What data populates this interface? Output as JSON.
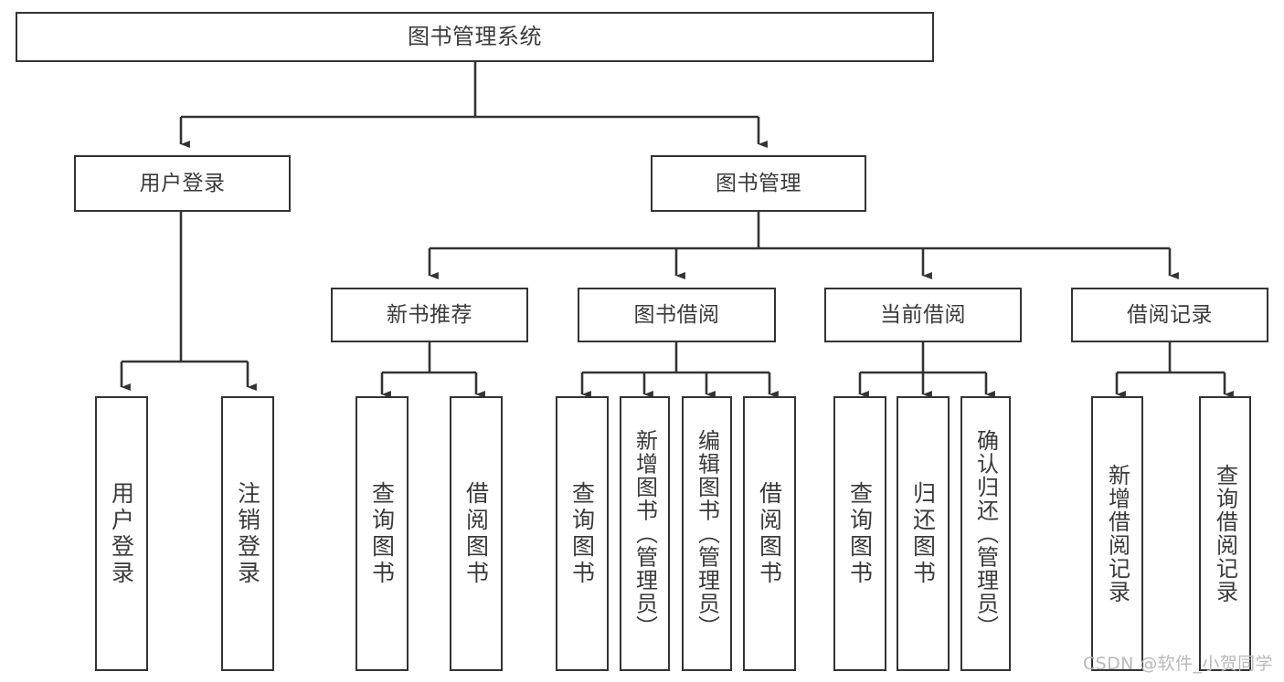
{
  "diagram": {
    "type": "tree-hierarchy",
    "title": "图书管理系统",
    "watermark": "CSDN @软件_小贺同学",
    "colors": {
      "box_border": "#333333",
      "box_fill": "#ffffff",
      "connector": "#333333",
      "text": "#3a3a3a",
      "watermark": "#b9b9b9",
      "background": "#ffffff"
    },
    "nodes": {
      "root": {
        "label": "图书管理系统"
      },
      "level2": [
        {
          "id": "user-login",
          "label": "用户登录"
        },
        {
          "id": "book-manage",
          "label": "图书管理"
        }
      ],
      "level3": [
        {
          "id": "new-book-rec",
          "label": "新书推荐"
        },
        {
          "id": "book-borrow",
          "label": "图书借阅"
        },
        {
          "id": "current-borrow",
          "label": "当前借阅"
        },
        {
          "id": "borrow-record",
          "label": "借阅记录"
        }
      ],
      "leaves": {
        "user-login": [
          {
            "id": "leaf-user-login",
            "label": "用户登录"
          },
          {
            "id": "leaf-logout",
            "label": "注销登录"
          }
        ],
        "new-book-rec": [
          {
            "id": "leaf-query-book-1",
            "label": "查询图书"
          },
          {
            "id": "leaf-borrow-book-1",
            "label": "借阅图书"
          }
        ],
        "book-borrow": [
          {
            "id": "leaf-query-book-2",
            "label": "查询图书"
          },
          {
            "id": "leaf-add-book",
            "label": "新增图书（管理员）"
          },
          {
            "id": "leaf-edit-book",
            "label": "编辑图书（管理员）"
          },
          {
            "id": "leaf-borrow-book-2",
            "label": "借阅图书"
          }
        ],
        "current-borrow": [
          {
            "id": "leaf-query-book-3",
            "label": "查询图书"
          },
          {
            "id": "leaf-return-book",
            "label": "归还图书"
          },
          {
            "id": "leaf-confirm-return",
            "label": "确认归还（管理员）"
          }
        ],
        "borrow-record": [
          {
            "id": "leaf-add-record",
            "label": "新增借阅记录"
          },
          {
            "id": "leaf-query-record",
            "label": "查询借阅记录"
          }
        ]
      }
    }
  }
}
